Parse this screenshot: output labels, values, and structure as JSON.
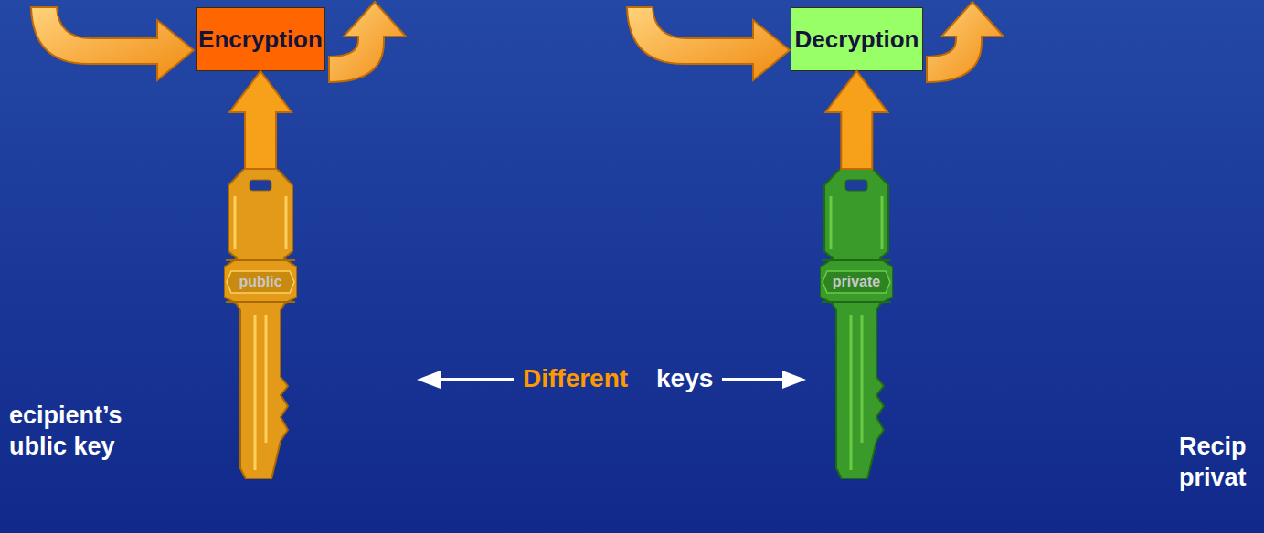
{
  "diagram": {
    "nodes": [
      {
        "text": [
          "Encryption"
        ]
      },
      {
        "text": [
          "public"
        ]
      },
      {
        "text": [
          "Decryption"
        ]
      },
      {
        "text": [
          "private"
        ]
      }
    ],
    "edges": [
      {
        "from": 1,
        "to": 0,
        "arrow": "to"
      },
      {
        "from": 3,
        "to": 2,
        "arrow": "to"
      }
    ],
    "labels": [
      "Different",
      "keys",
      "ecipient’s ublic key",
      "Recip privat"
    ]
  }
}
